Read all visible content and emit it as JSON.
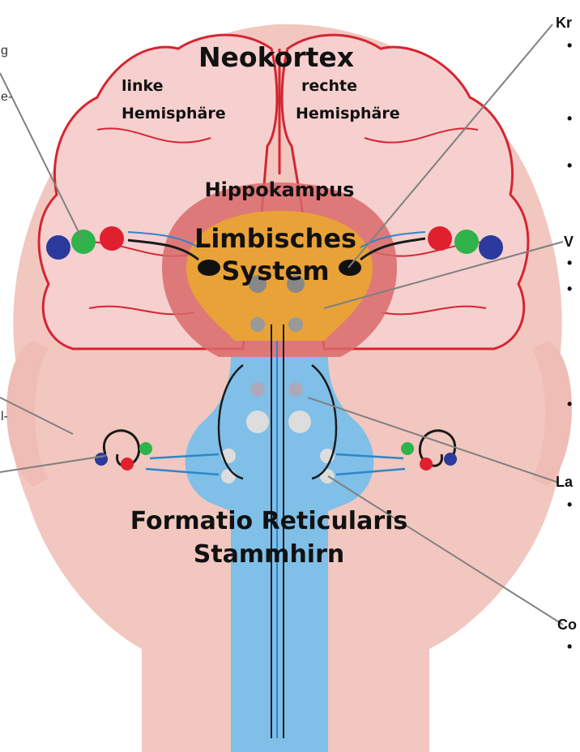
{
  "labels": {
    "neokortex": "Neokortex",
    "left_hem_1": "linke",
    "left_hem_2": "Hemisphäre",
    "right_hem_1": "rechte",
    "right_hem_2": "Hemisphäre",
    "hippokampus": "Hippokampus",
    "limbisch_1": "Limbisches",
    "limbisch_2": "System",
    "formatio": "Formatio Reticularis",
    "stammhirn": "Stammhirn"
  },
  "right_panel": {
    "heading_1": "Kr",
    "heading_2": "V",
    "heading_3": "La",
    "heading_4": "Co",
    "bullet": "•"
  },
  "left_fragments": {
    "frag_1": "g",
    "frag_2": "e-",
    "frag_3": "l-"
  },
  "colors": {
    "skin": "#f2c7c0",
    "brain_fill": "#f6cfcf",
    "brain_outline": "#d42631",
    "hippocampus": "#d96a6a",
    "limbic": "#e8a238",
    "stem": "#7fbfe8",
    "dot_blue": "#2b3a9c",
    "dot_green": "#2fb34a",
    "dot_red": "#e0202e",
    "arrow_blue": "#2f86c9",
    "arrow_dark": "#1a1a1a",
    "leader": "#808080"
  }
}
